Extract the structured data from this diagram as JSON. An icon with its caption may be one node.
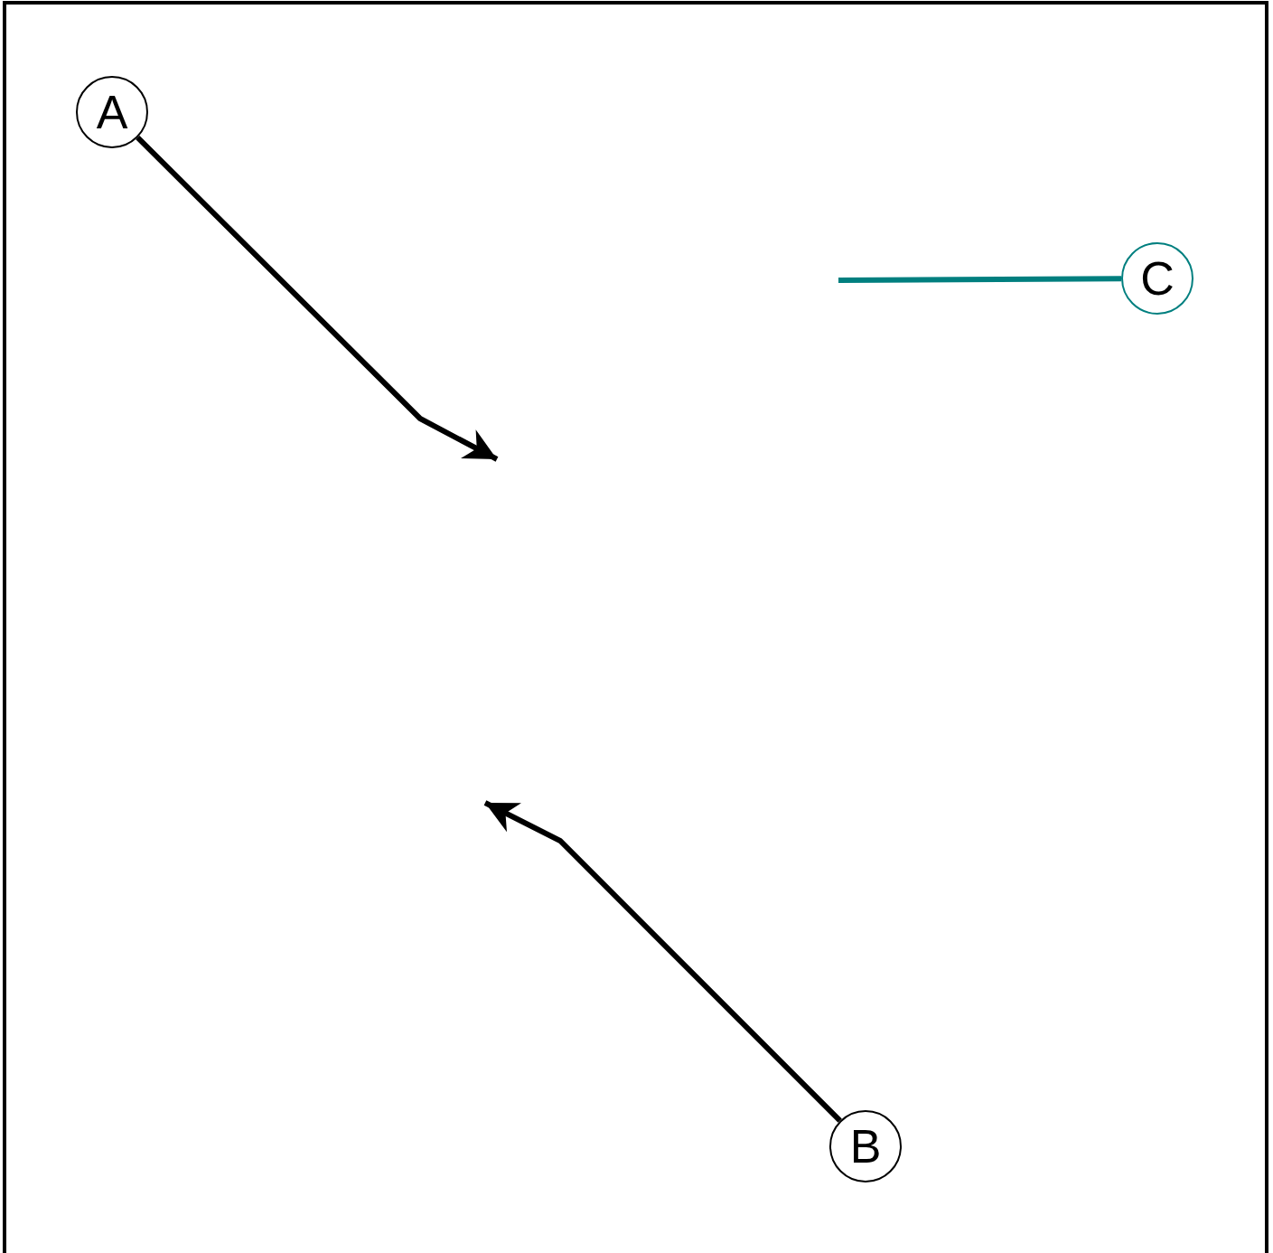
{
  "diagram": {
    "nodes": [
      {
        "text": [
          "A"
        ]
      },
      {
        "text": [
          "C"
        ]
      },
      {
        "text": [
          "B"
        ]
      }
    ],
    "edges": [
      {
        "from": 0,
        "to": null,
        "arrow": "to"
      },
      {
        "from": 1,
        "to": null,
        "arrow": "none",
        "color": "#007f7f"
      },
      {
        "from": 2,
        "to": null,
        "arrow": "to"
      }
    ]
  }
}
